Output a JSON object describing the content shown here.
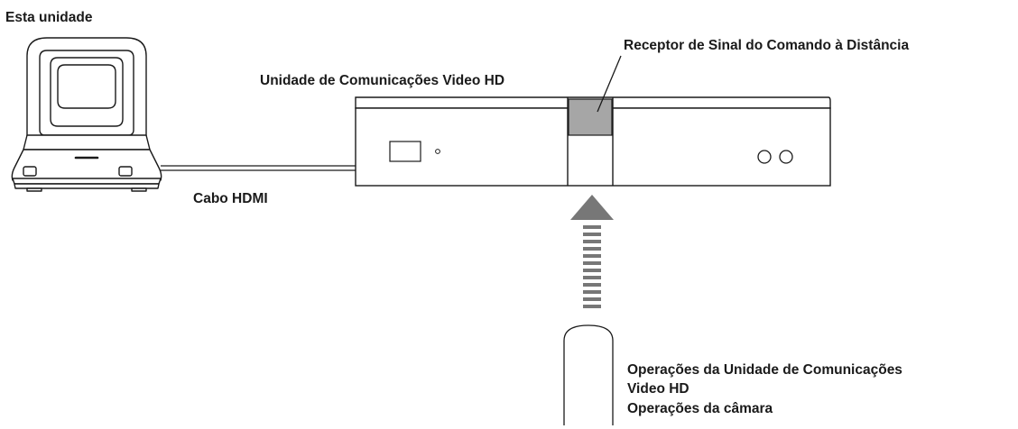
{
  "labels": {
    "this_unit": "Esta unidade",
    "hd_unit": "Unidade de Comunicações Video HD",
    "remote_receiver": "Receptor de Sinal do Comando à Distância",
    "hdmi_cable": "Cabo HDMI",
    "remote_ops_line1": "Operações da Unidade de Comunicações",
    "remote_ops_line2": "Video HD",
    "remote_ops_line3": "Operações da câmara"
  }
}
